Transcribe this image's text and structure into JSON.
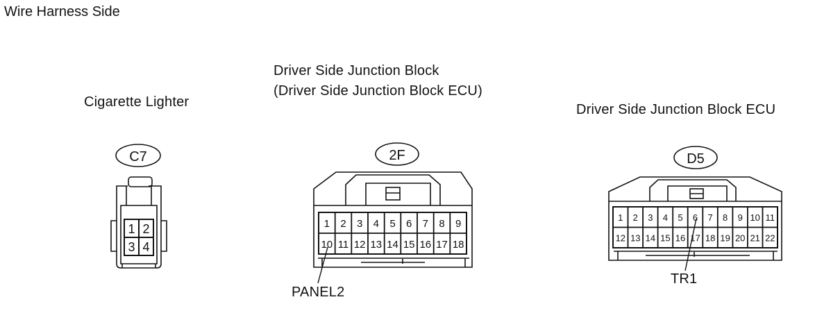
{
  "page": {
    "title": "Wire Harness Side"
  },
  "connectors": [
    {
      "id": "c7",
      "title_lines": [
        "Cigarette Lighter"
      ],
      "code": "C7",
      "pins": [
        "1",
        "2",
        "3",
        "4"
      ],
      "callout": null
    },
    {
      "id": "2f",
      "title_lines": [
        "Driver Side Junction Block",
        "(Driver Side Junction Block ECU)"
      ],
      "code": "2F",
      "pins": [
        "1",
        "2",
        "3",
        "4",
        "5",
        "6",
        "7",
        "8",
        "9",
        "10",
        "11",
        "12",
        "13",
        "14",
        "15",
        "16",
        "17",
        "18"
      ],
      "callout": {
        "label": "PANEL2",
        "pin": "10"
      }
    },
    {
      "id": "d5",
      "title_lines": [
        "Driver Side Junction Block ECU"
      ],
      "code": "D5",
      "pins": [
        "1",
        "2",
        "3",
        "4",
        "5",
        "6",
        "7",
        "8",
        "9",
        "10",
        "11",
        "12",
        "13",
        "14",
        "15",
        "16",
        "17",
        "18",
        "19",
        "20",
        "21",
        "22"
      ],
      "callout": {
        "label": "TR1",
        "pin": "6"
      }
    }
  ]
}
